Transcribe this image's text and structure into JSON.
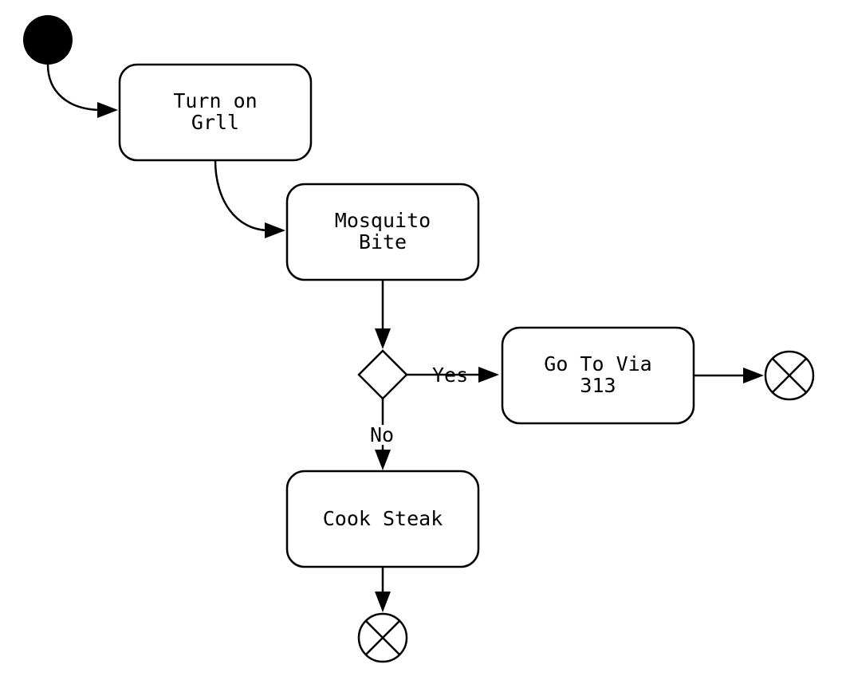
{
  "diagram": {
    "type": "activity",
    "nodes": {
      "turn_on_grill": {
        "lines": [
          "Turn on",
          "Grll"
        ]
      },
      "mosquito_bite": {
        "lines": [
          "Mosquito",
          "Bite"
        ]
      },
      "go_to_via": {
        "lines": [
          "Go To Via",
          "313"
        ]
      },
      "cook_steak": {
        "lines": [
          "Cook Steak"
        ]
      }
    },
    "edges": {
      "yes_label": "Yes",
      "no_label": "No"
    }
  }
}
